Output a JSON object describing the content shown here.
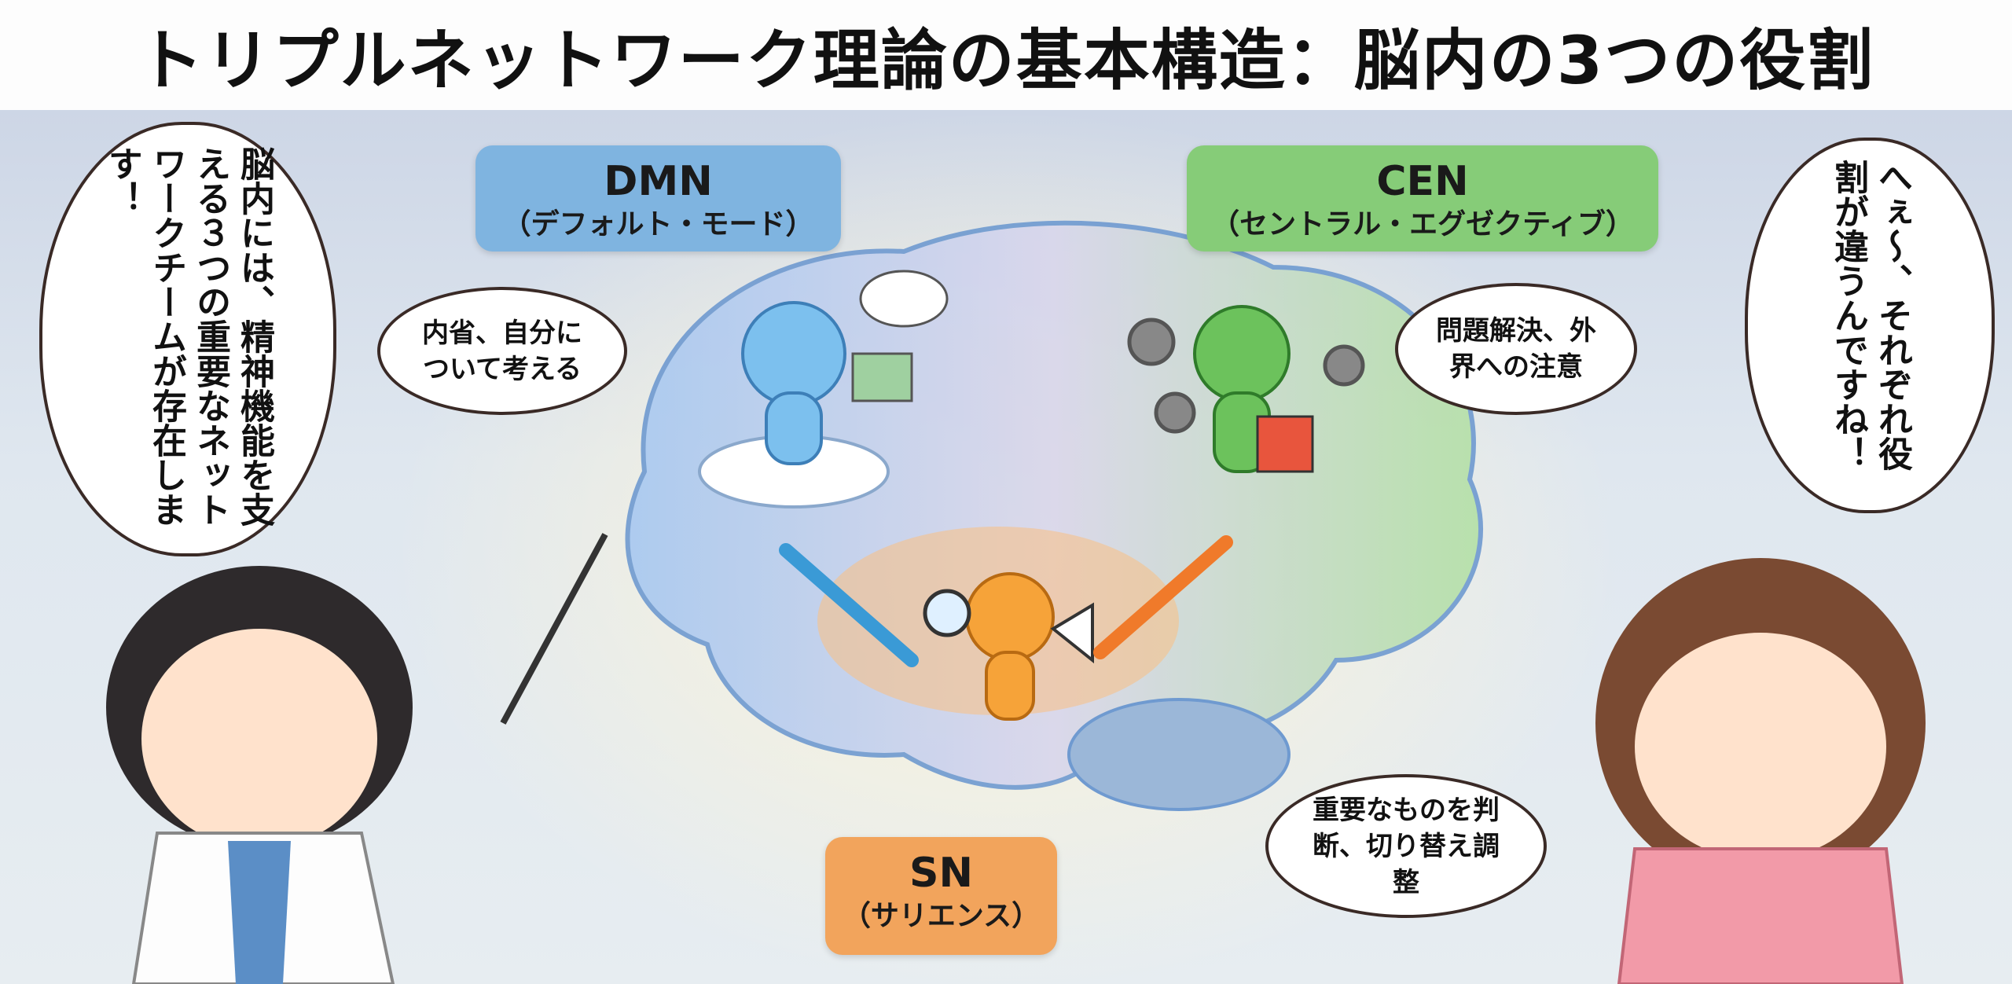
{
  "title": "トリプルネットワーク理論の基本構造：脳内の3つの役割",
  "networks": {
    "dmn": {
      "abbr": "DMN",
      "full": "（デフォルト・モード）",
      "role": "内省、自分について考える",
      "color": "#7fb4e0"
    },
    "cen": {
      "abbr": "CEN",
      "full": "（セントラル・エグゼクティブ）",
      "role": "問題解決、外界への注意",
      "color": "#86cc78"
    },
    "sn": {
      "abbr": "SN",
      "full": "（サリエンス）",
      "role": "重要なものを判断、切り替え調整",
      "color": "#f2a45c"
    }
  },
  "speech": {
    "doctor": "脳内には、精神機能を支える３つの重要なネットワークチームが存在します！",
    "girl": "へぇ〜、それぞれ役割が違うんですね！"
  }
}
